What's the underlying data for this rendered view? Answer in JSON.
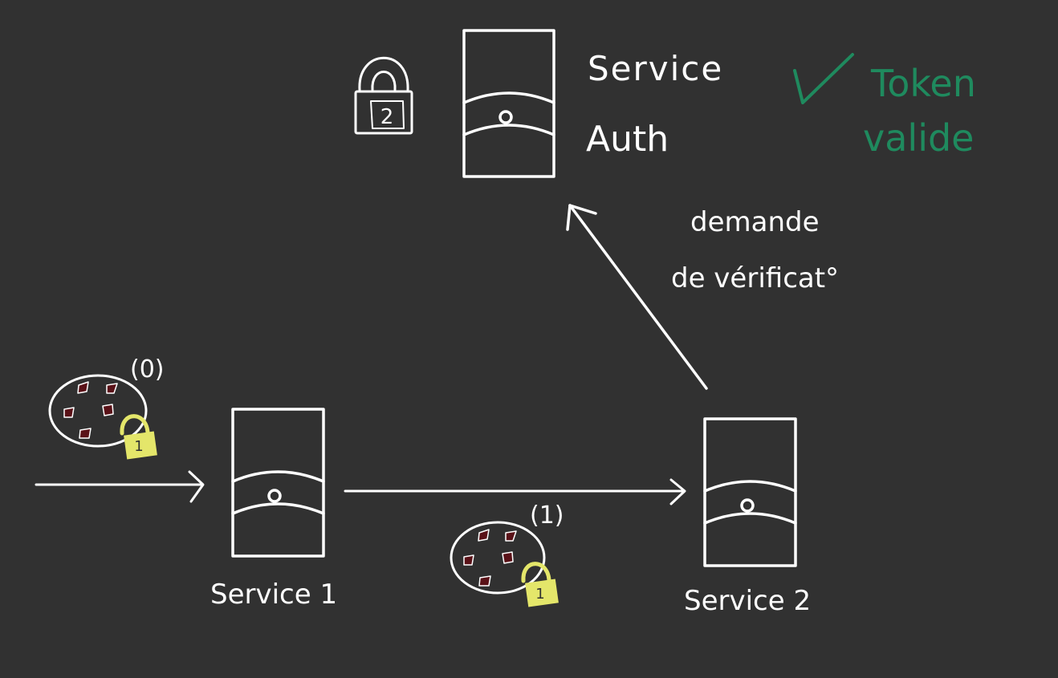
{
  "colors": {
    "background": "#313131",
    "ink": "#ffffff",
    "valid": "#1f8a5e",
    "lock": "#e4e66a",
    "chip": "#5a1218"
  },
  "icons": [
    "server-icon",
    "padlock-icon",
    "cookie-icon",
    "checkmark-icon"
  ],
  "labels": {
    "auth_service_line1": "Service",
    "auth_service_line2": "Auth",
    "token_valid_line1": "Token",
    "token_valid_line2": "valide",
    "request_line1": "demande",
    "request_line2": "de vérificat°",
    "step0": "(0)",
    "step1": "(1)",
    "service1": "Service 1",
    "service2": "Service 2",
    "padlock_mark": "2",
    "cookie_lock_mark": "1"
  }
}
